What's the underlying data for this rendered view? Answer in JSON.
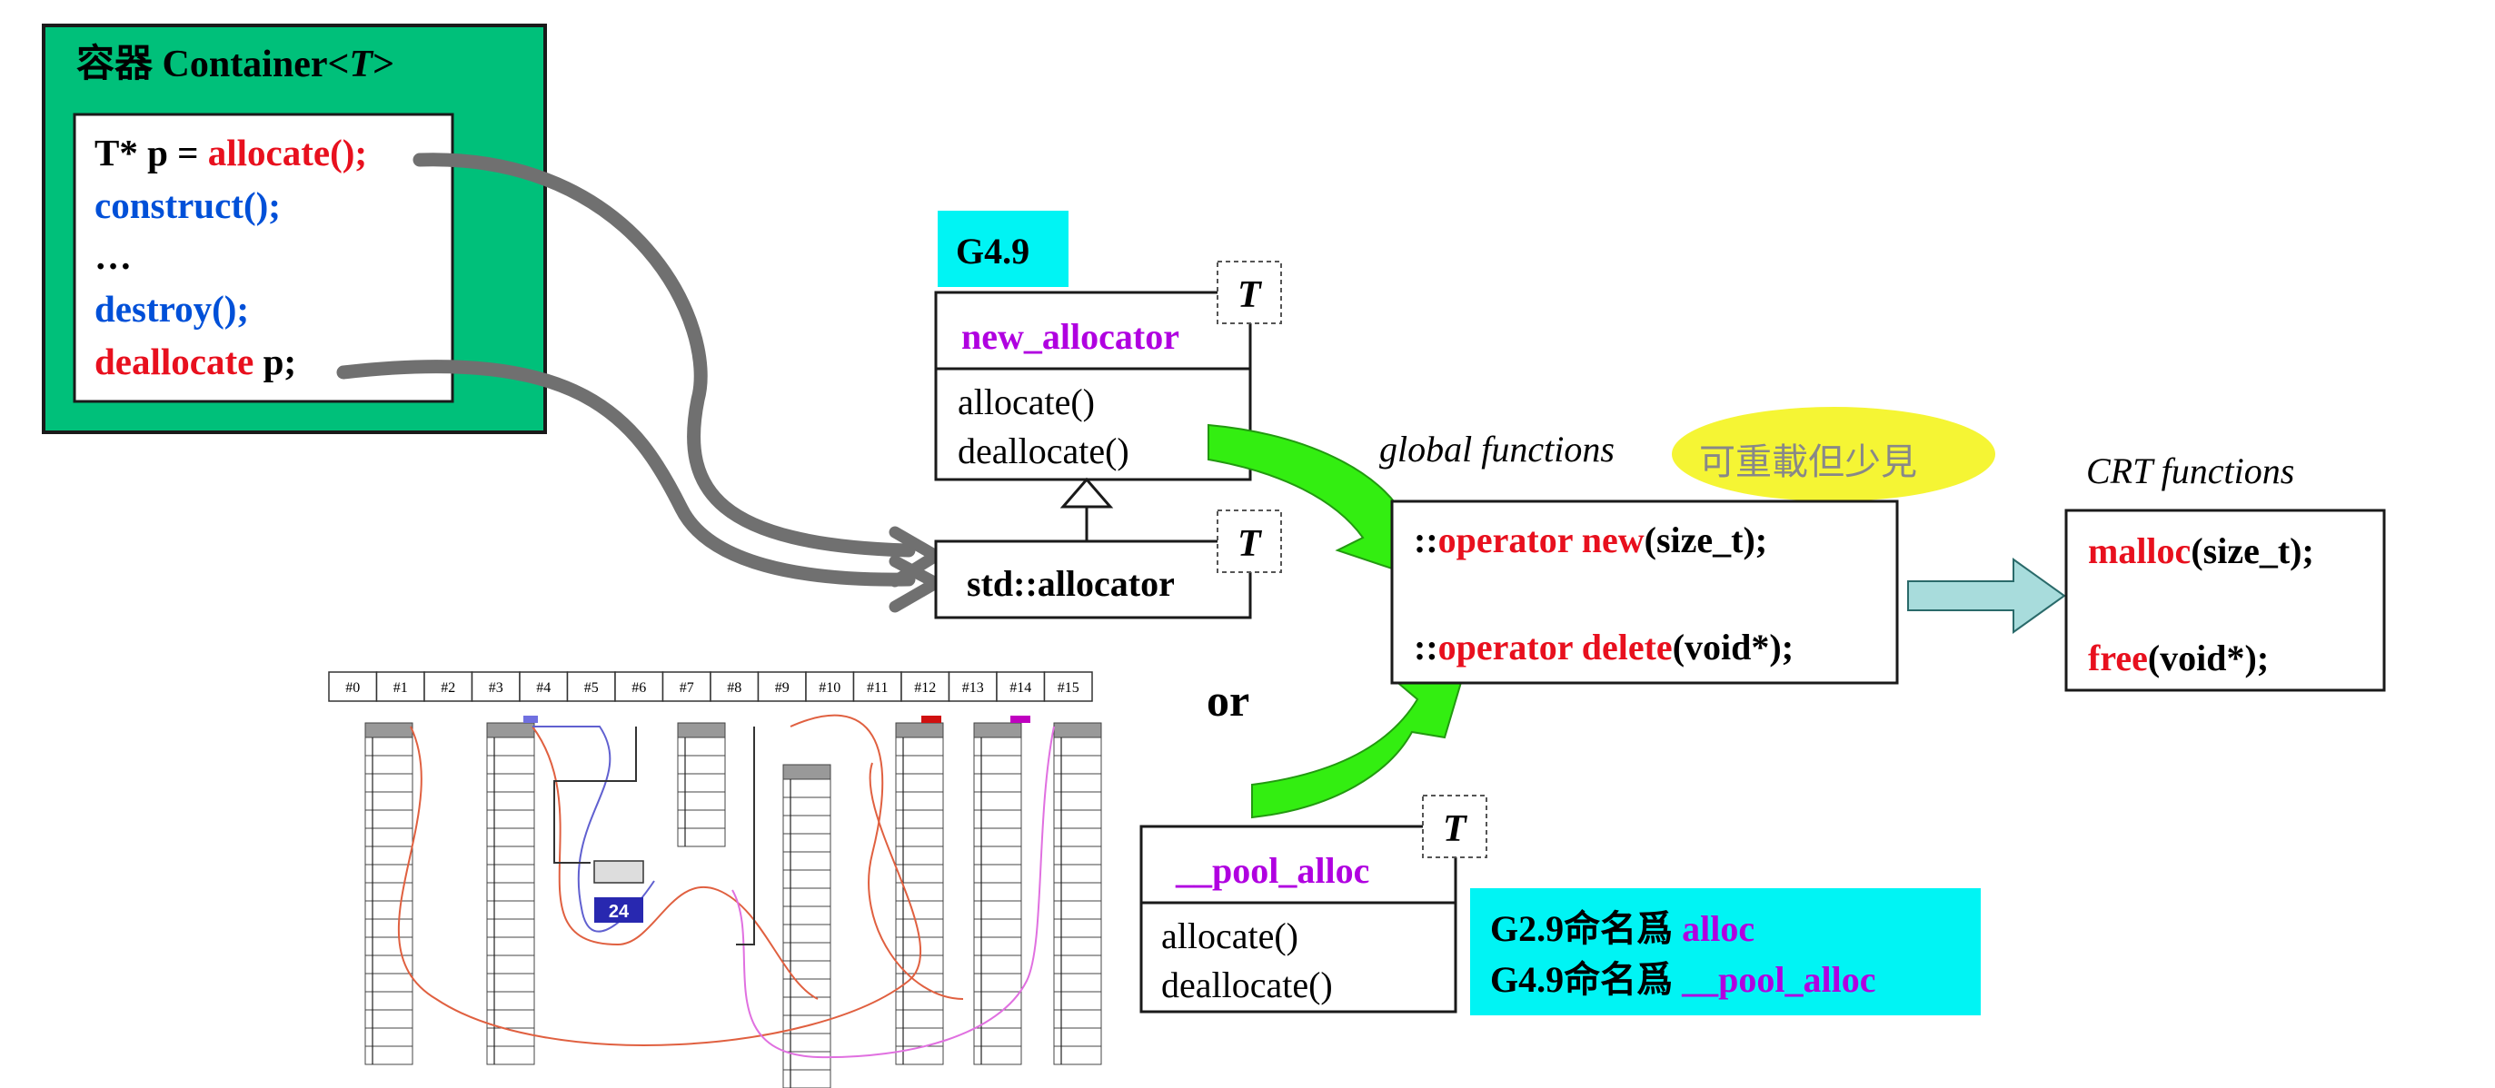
{
  "container": {
    "title": "容器 Container<T>",
    "title_prefix": "容器 Container<",
    "title_T": "T",
    "title_suffix": ">",
    "code": {
      "line1_a": "T* p = ",
      "line1_b": "allocate();",
      "line2": "construct();",
      "line3": "…",
      "line4": "destroy();",
      "line5_a": "deallocate",
      "line5_b": " p;"
    }
  },
  "g49_tag": "G4.9",
  "new_allocator": {
    "name": "new_allocator",
    "template_param": "T",
    "methods": [
      "allocate()",
      "deallocate()"
    ]
  },
  "std_allocator": {
    "name": "std::allocator",
    "template_param": "T"
  },
  "or_label": "or",
  "pool_alloc": {
    "name": "__pool_alloc",
    "template_param": "T",
    "methods": [
      "allocate()",
      "deallocate()"
    ]
  },
  "naming_note": {
    "line1_a": "G2.9命名爲 ",
    "line1_b": "alloc",
    "line2_a": "G4.9命名爲 ",
    "line2_b": "__pool_alloc"
  },
  "global_functions": {
    "label": "global functions",
    "note": "可重載但少見",
    "op_new_a": "::",
    "op_new_b": "operator new",
    "op_new_c": "(size_t);",
    "op_del_a": "::",
    "op_del_b": "operator delete",
    "op_del_c": "(void*);"
  },
  "crt_functions": {
    "label": "CRT functions",
    "malloc_a": "malloc",
    "malloc_b": "(size_t);",
    "free_a": "free",
    "free_b": "(void*);"
  },
  "pool_figure": {
    "slots": [
      "#0",
      "#1",
      "#2",
      "#3",
      "#4",
      "#5",
      "#6",
      "#7",
      "#8",
      "#9",
      "#10",
      "#11",
      "#12",
      "#13",
      "#14",
      "#15"
    ],
    "badge": "24"
  },
  "colors": {
    "container_bg": "#00c07a",
    "cyan": "#00f4f4",
    "red": "#e8101e",
    "blue": "#0050d8",
    "purple": "#b000e0",
    "green_arrow": "#33ee11",
    "gray_arrow": "#707070",
    "highlight": "#f4f41e",
    "block_arrow": "#a8dcdc"
  }
}
